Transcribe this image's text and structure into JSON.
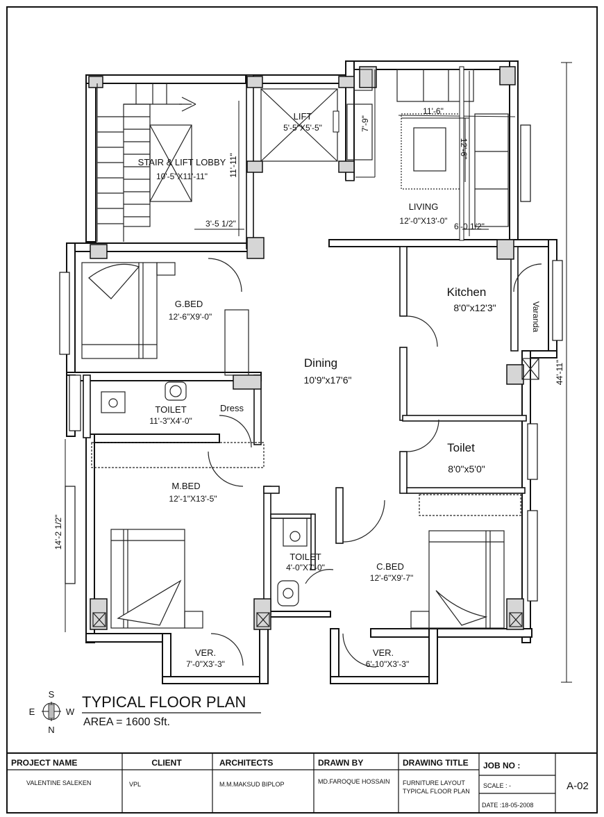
{
  "plan": {
    "title": "TYPICAL FLOOR PLAN",
    "area": "AREA = 1600 Sft.",
    "compass": {
      "n": "N",
      "s": "S",
      "e": "E",
      "w": "W"
    }
  },
  "rooms": {
    "stair_lobby": {
      "name": "STAIR & LIFT LOBBY",
      "size": "10'-5\"X11'-11\""
    },
    "lift": {
      "name": "LIFT",
      "size": "5'-5\"X5'-5\""
    },
    "living": {
      "name": "LIVING",
      "size": "12'-0\"X13'-0\""
    },
    "g_bed": {
      "name": "G.BED",
      "size": "12'-6\"X9'-0\""
    },
    "kitchen": {
      "name": "Kitchen",
      "size": "8'0\"x12'3\""
    },
    "varanda": {
      "name": "Varanda"
    },
    "dining": {
      "name": "Dining",
      "size": "10'9\"x17'6\""
    },
    "toilet1": {
      "name": "TOILET",
      "size": "11'-3\"X4'-0\""
    },
    "dress": {
      "name": "Dress"
    },
    "toilet2": {
      "name": "Toilet",
      "size": "8'0\"x5'0\""
    },
    "m_bed": {
      "name": "M.BED",
      "size": "12'-1\"X13'-5\""
    },
    "toilet3": {
      "name": "TOILET",
      "size": "4'-0\"X7'-0\""
    },
    "c_bed": {
      "name": "C.BED",
      "size": "12'-6\"X9'-7\""
    },
    "ver1": {
      "name": "VER.",
      "size": "7'-0\"X3'-3\""
    },
    "ver2": {
      "name": "VER.",
      "size": "6'-10\"X3'-3\""
    }
  },
  "dimensions": {
    "lobby_height": "11'-11\"",
    "stair_width": "3'-5 1/2\"",
    "living_w": "11'-6\"",
    "living_h": "12'-6\"",
    "living_side": "7'-9\"",
    "living_bottom": "6'-0 1/2\"",
    "overall": "44'-11\"",
    "left_side": "14'-2 1/2\""
  },
  "title_block": {
    "headers": {
      "project_name": "PROJECT NAME",
      "client": "CLIENT",
      "architects": "ARCHITECTS",
      "drawn_by": "DRAWN BY",
      "drawing_title": "DRAWING TITLE",
      "job_no": "JOB NO :"
    },
    "values": {
      "project_name": "VALENTINE SALEKEN",
      "client": "VPL",
      "architects": "M.M.MAKSUD BIPLOP",
      "drawn_by": "MD.FAROQUE HOSSAIN",
      "drawing_title_1": "FURNITURE LAYOUT",
      "drawing_title_2": "TYPICAL FLOOR PLAN",
      "scale": "SCALE : -",
      "date": "DATE :18-05-2008",
      "sheet_no": "A-02"
    }
  }
}
